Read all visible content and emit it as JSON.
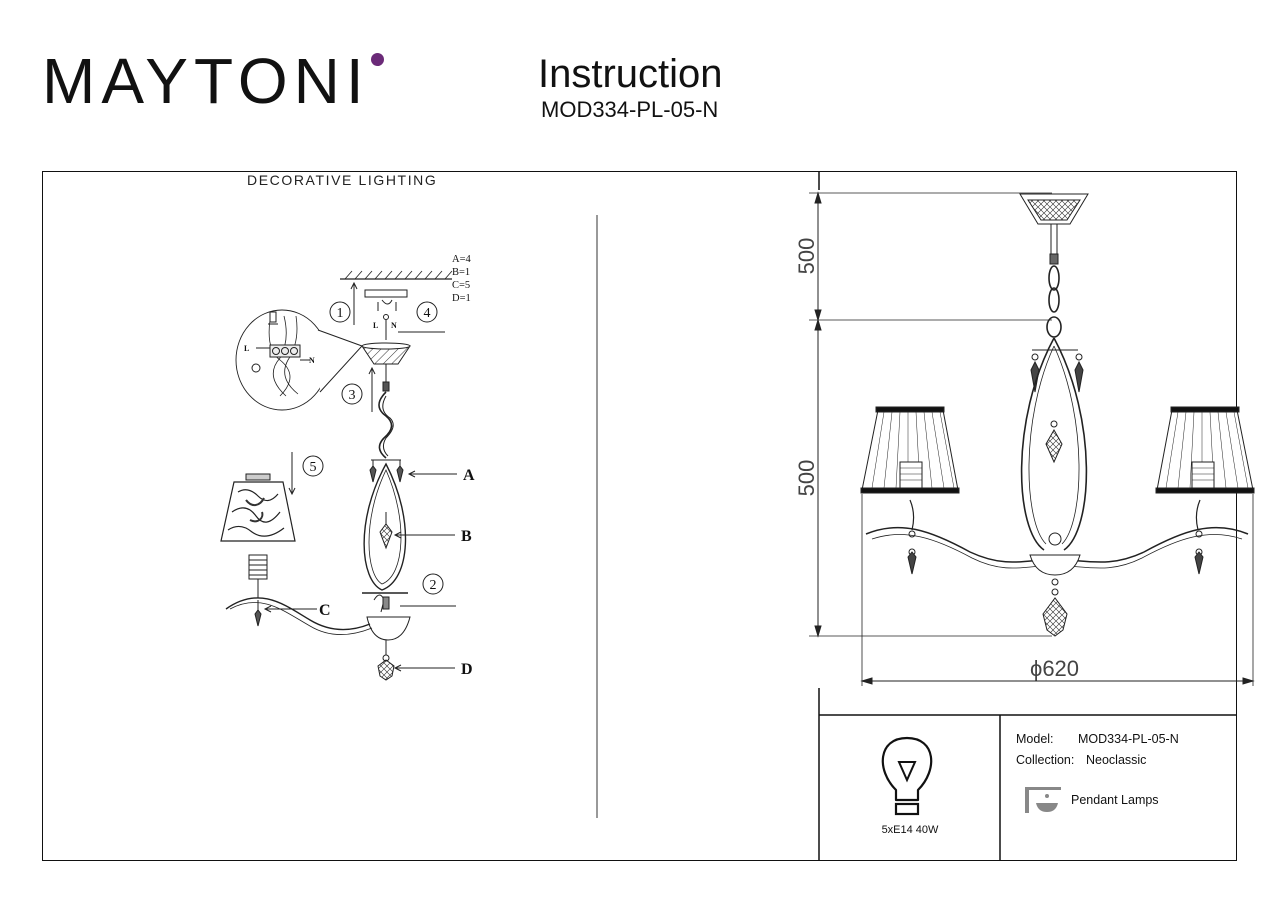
{
  "brand": {
    "name": "MAYTONI",
    "tagline": "DECORATIVE LIGHTING",
    "accent_color": "#6b2a78"
  },
  "header": {
    "title": "Instruction",
    "model": "MOD334-PL-05-N"
  },
  "assembly": {
    "parts": [
      "A=4",
      "B=1",
      "C=5",
      "D=1"
    ],
    "part_labels": [
      "A",
      "B",
      "C",
      "D"
    ],
    "steps": [
      "1",
      "2",
      "3",
      "4",
      "5"
    ],
    "wiring": {
      "live": "L",
      "neutral": "N"
    }
  },
  "dimensions": {
    "top_height": "500",
    "body_height": "500",
    "diameter": "ϕ620"
  },
  "info": {
    "bulb": "5xE14 40W",
    "model_label": "Model:",
    "model_value": "MOD334-PL-05-N",
    "collection_label": "Collection:",
    "collection_value": "Neoclassic",
    "type": "Pendant Lamps"
  }
}
